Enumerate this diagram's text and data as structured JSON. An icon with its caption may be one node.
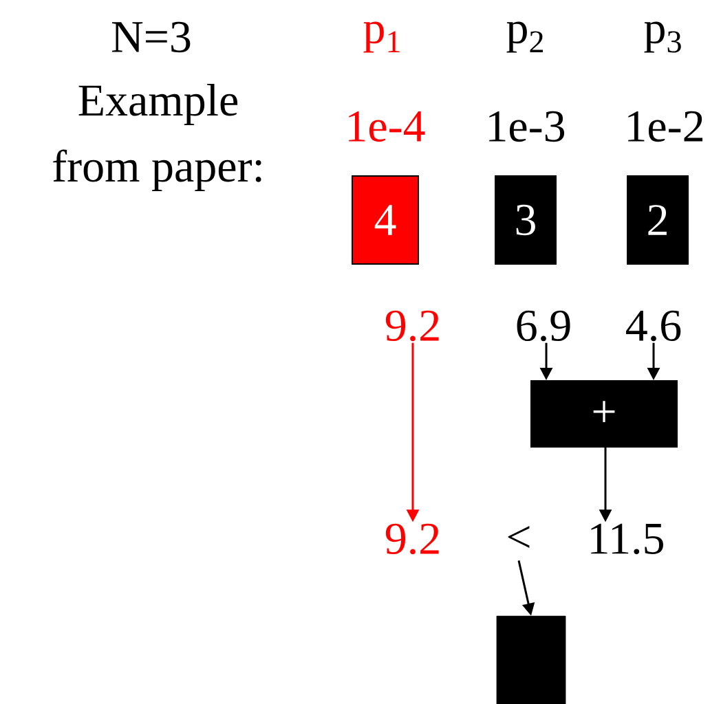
{
  "diagram": {
    "nodes": [
      {
        "text": [
          "4"
        ]
      },
      {
        "text": [
          "3"
        ]
      },
      {
        "text": [
          "2"
        ]
      },
      {
        "text": [
          "9.2"
        ]
      },
      {
        "text": [
          "6.9"
        ]
      },
      {
        "text": [
          "4.6"
        ]
      },
      {
        "text": [
          "+"
        ]
      },
      {
        "text": [
          "9.2"
        ]
      },
      {
        "text": [
          "<"
        ]
      },
      {
        "text": [
          "11.5"
        ]
      },
      {
        "text": [],
        "shape": "box"
      }
    ],
    "edges": [
      {
        "from": 3,
        "to": 7,
        "arrow": "to",
        "color": "#ff0000"
      },
      {
        "from": 4,
        "to": 6,
        "arrow": "to"
      },
      {
        "from": 5,
        "to": 6,
        "arrow": "to"
      },
      {
        "from": 6,
        "to": 9,
        "arrow": "to"
      },
      {
        "from": 8,
        "to": 10,
        "arrow": "to"
      }
    ],
    "labels": [
      "N=3",
      "p$_{1}$",
      "p$_{2}$",
      "p$_{3}$",
      "Example from paper:",
      "1e-4",
      "1e-3",
      "1e-2"
    ]
  }
}
